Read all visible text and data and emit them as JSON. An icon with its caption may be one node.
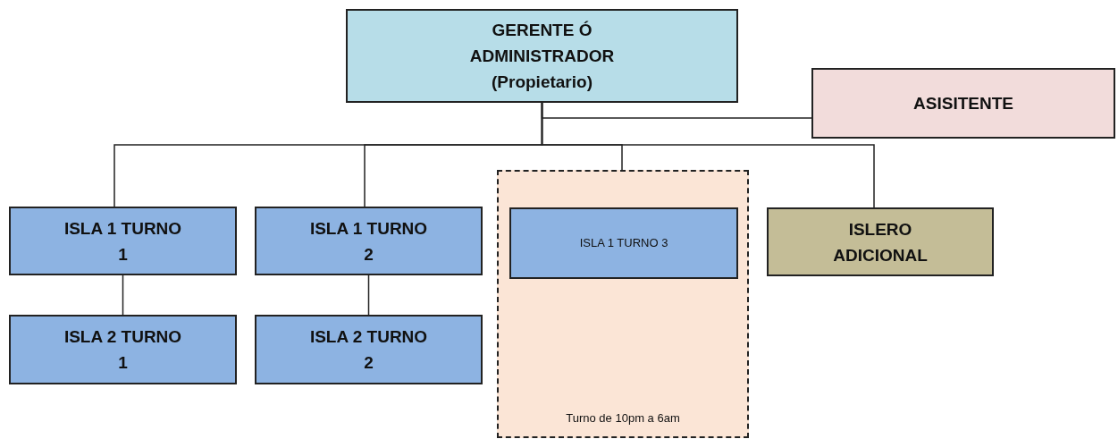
{
  "diagram": {
    "nodes": [
      {
        "text": [
          "GERENTE Ó ADMINISTRADOR (Propietario)"
        ]
      },
      {
        "text": [
          "ASISITENTE"
        ]
      },
      {
        "text": [
          "ISLA 1 TURNO 1"
        ]
      },
      {
        "text": [
          "ISLA 1 TURNO 2"
        ]
      },
      {
        "text": [
          "Turno de 10pm a 6am"
        ]
      },
      {
        "text": [
          "ISLA 1 TURNO 3"
        ],
        "in": 4
      },
      {
        "text": [
          "ISLERO ADICIONAL"
        ]
      },
      {
        "text": [
          "ISLA 2 TURNO 1"
        ]
      },
      {
        "text": [
          "ISLA 2 TURNO 2"
        ]
      }
    ],
    "edges": [
      {
        "from": 0,
        "to": 1,
        "arrow": "none"
      },
      {
        "from": 0,
        "to": 2,
        "arrow": "none"
      },
      {
        "from": 0,
        "to": 3,
        "arrow": "none"
      },
      {
        "from": 0,
        "to": 5,
        "arrow": "none"
      },
      {
        "from": 0,
        "to": 6,
        "arrow": "none"
      },
      {
        "from": 2,
        "to": 7,
        "arrow": "none"
      },
      {
        "from": 3,
        "to": 8,
        "arrow": "none"
      }
    ]
  }
}
